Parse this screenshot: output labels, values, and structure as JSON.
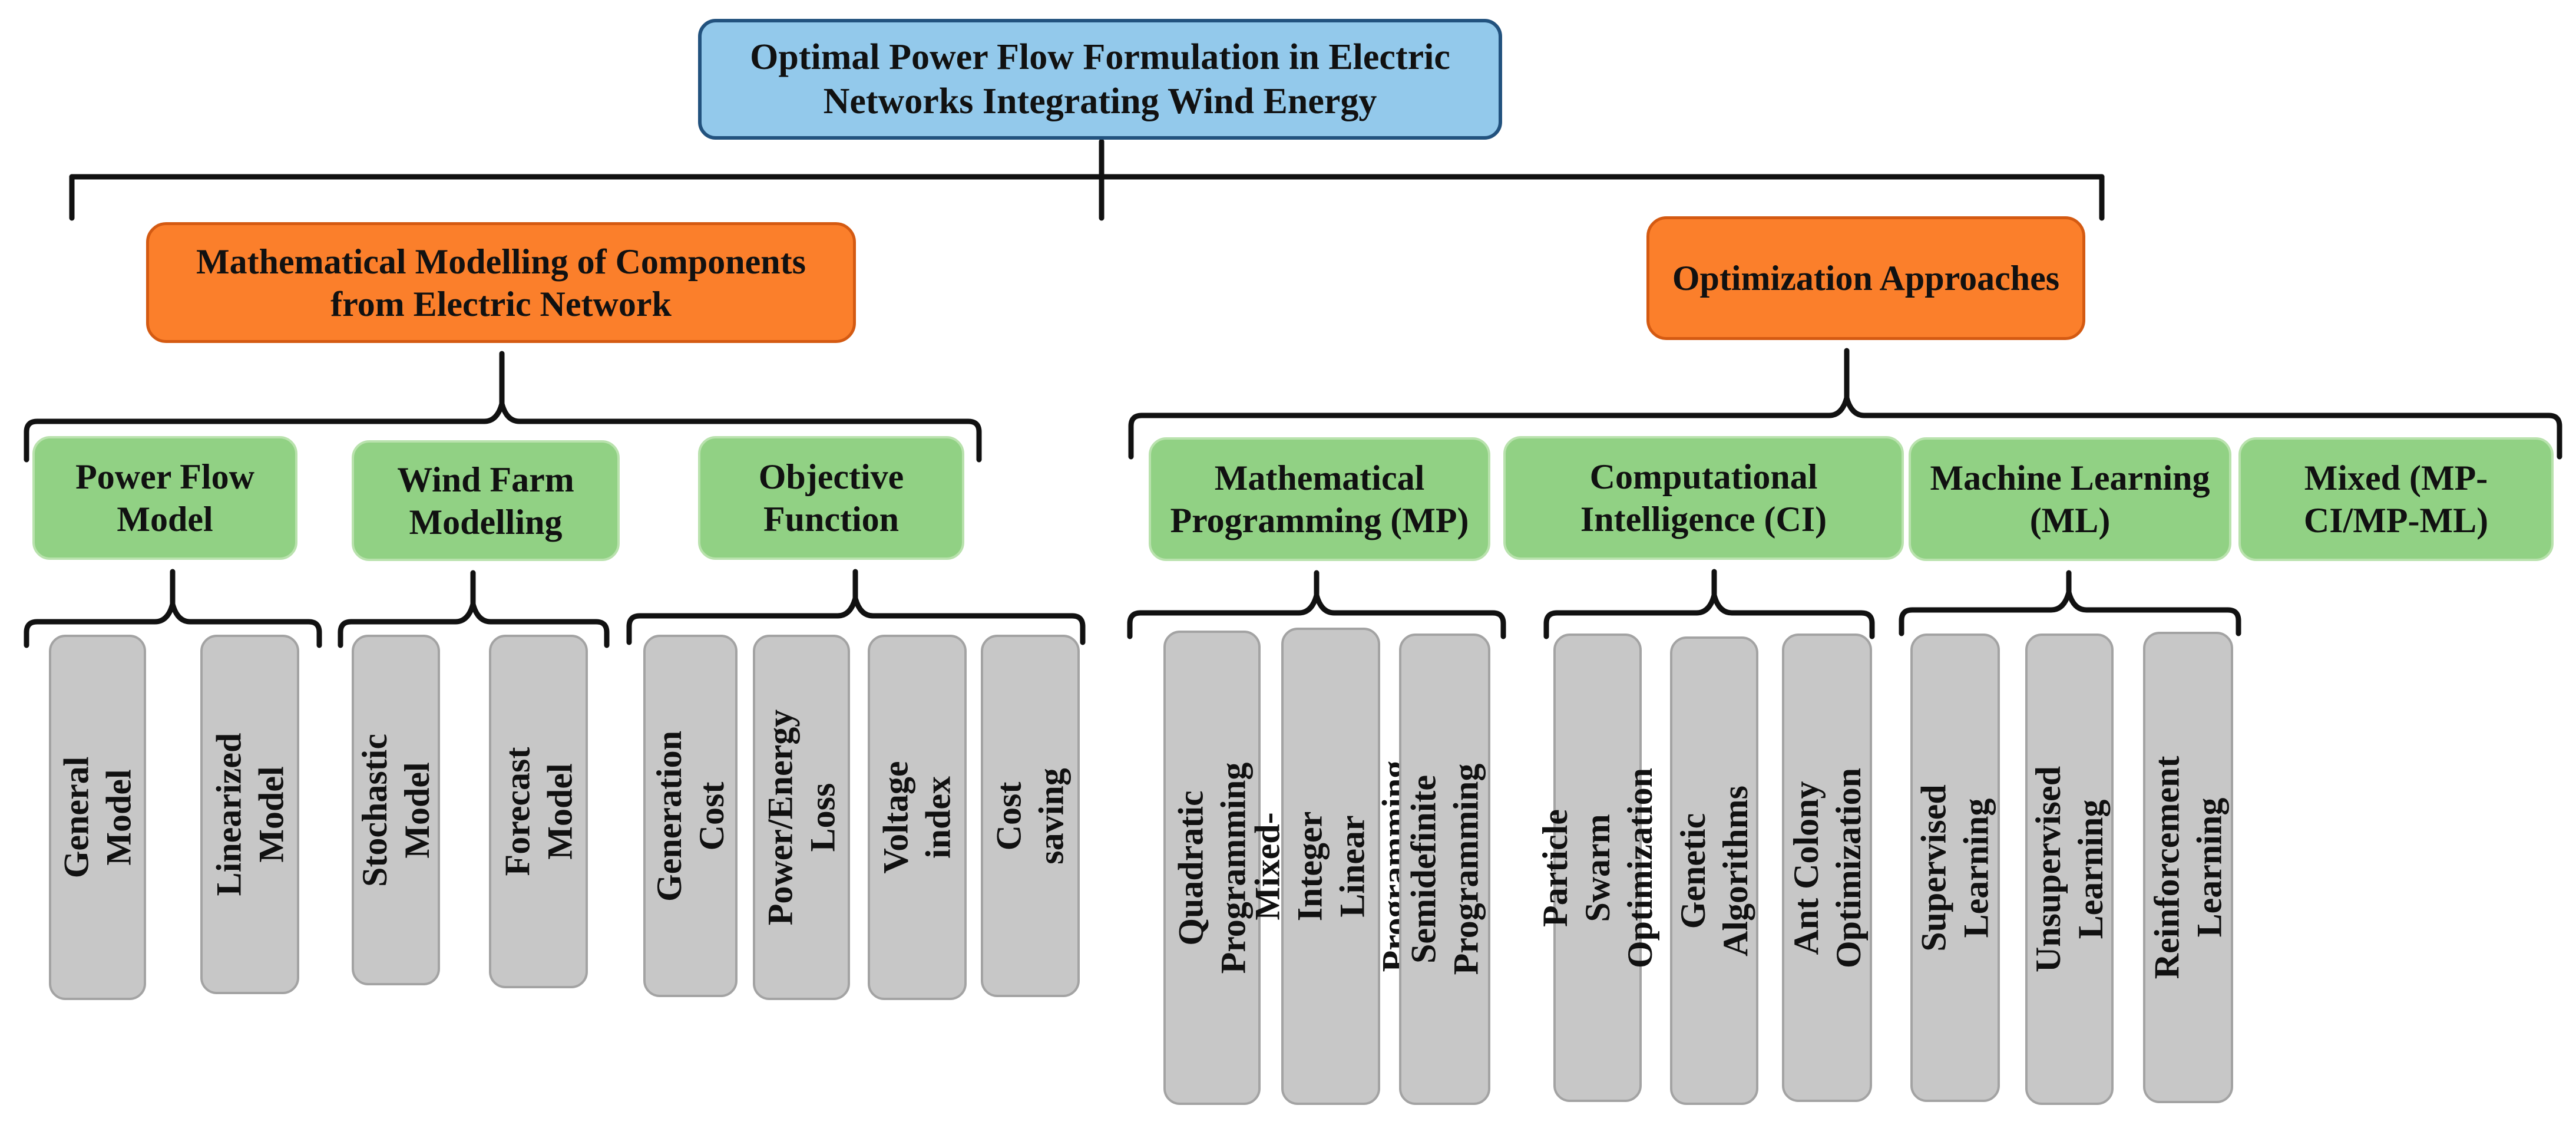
{
  "title": "Optimal Power Flow Formulation in Electric Networks Integrating Wind Energy",
  "branches": [
    {
      "label": "Mathematical Modelling of Components from Electric Network",
      "groups": [
        {
          "label": "Power Flow Model",
          "items": [
            "General Model",
            "Linearized Model"
          ]
        },
        {
          "label": "Wind Farm Modelling",
          "items": [
            "Stochastic Model",
            "Forecast Model"
          ]
        },
        {
          "label": "Objective Function",
          "items": [
            "Generation Cost",
            "Power/Energy Loss",
            "Voltage index",
            "Cost saving"
          ]
        }
      ]
    },
    {
      "label": "Optimization Approaches",
      "groups": [
        {
          "label": "Mathematical Programming (MP)",
          "items": [
            "Quadratic Programming",
            "Mixed-Integer Linear Programming",
            "Semidefinite Programming"
          ]
        },
        {
          "label": "Computational Intelligence (CI)",
          "items": [
            "Particle Swarm Optimization",
            "Genetic Algorithms",
            "Ant Colony Optimization"
          ]
        },
        {
          "label": "Machine Learning (ML)",
          "items": [
            "Supervised Learning",
            "Unsupervised Learning",
            "Reinforcement Learning"
          ]
        },
        {
          "label": "Mixed (MP-CI/MP-ML)",
          "items": []
        }
      ]
    }
  ]
}
